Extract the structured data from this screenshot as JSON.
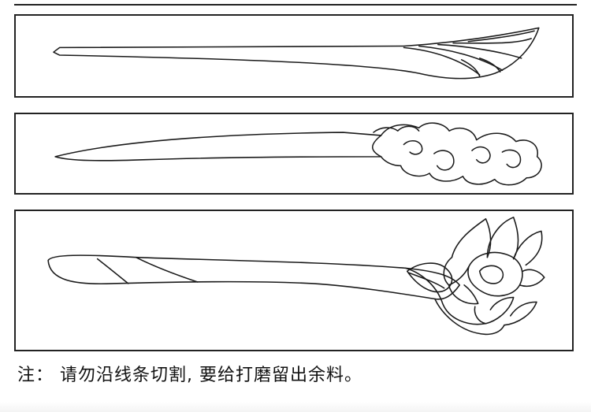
{
  "note": {
    "text": "注： 请勿沿线条切割, 要给打磨留出余料。"
  },
  "panels": [
    {
      "icon": "feather-hairpin-outline"
    },
    {
      "icon": "cloud-hairpin-outline"
    },
    {
      "icon": "lotus-hairpin-outline"
    }
  ],
  "colors": {
    "line": "#1a1a1a",
    "background": "#ffffff"
  }
}
